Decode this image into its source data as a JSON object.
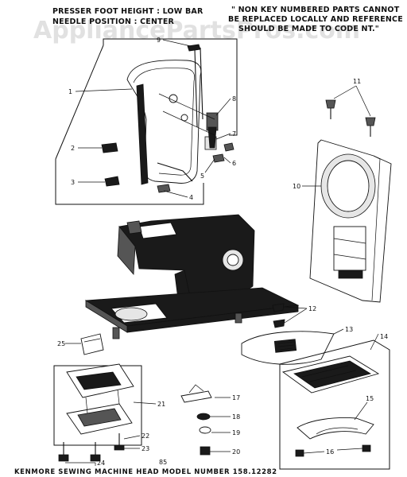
{
  "watermark": "AppliancePartsPros.com",
  "header": {
    "left_line1": "PRESSER FOOT HEIGHT : LOW BAR",
    "left_line2": "NEEDLE POSITION : CENTER",
    "right_line1": "\" NON KEY NUMBERED PARTS CANNOT",
    "right_line2": "BE REPLACED LOCALLY AND REFERENCE",
    "right_line3": "SHOULD BE MADE TO CODE NT.\""
  },
  "callouts": {
    "c1": "1",
    "c2": "2",
    "c3": "3",
    "c4": "4",
    "c5": "5",
    "c6": "6",
    "c7": "7",
    "c8": "8",
    "c9": "9",
    "c10": "10",
    "c11": "11",
    "c12": "12",
    "c13": "13",
    "c14": "14",
    "c15": "15",
    "c16": "16",
    "c17": "17",
    "c18": "18",
    "c19": "19",
    "c20": "20",
    "c21": "21",
    "c22": "22",
    "c23": "23",
    "c24": "24",
    "c25": "25"
  },
  "page_number": "85",
  "footer": "KENMORE SEWING MACHINE HEAD MODEL NUMBER 158.12282"
}
